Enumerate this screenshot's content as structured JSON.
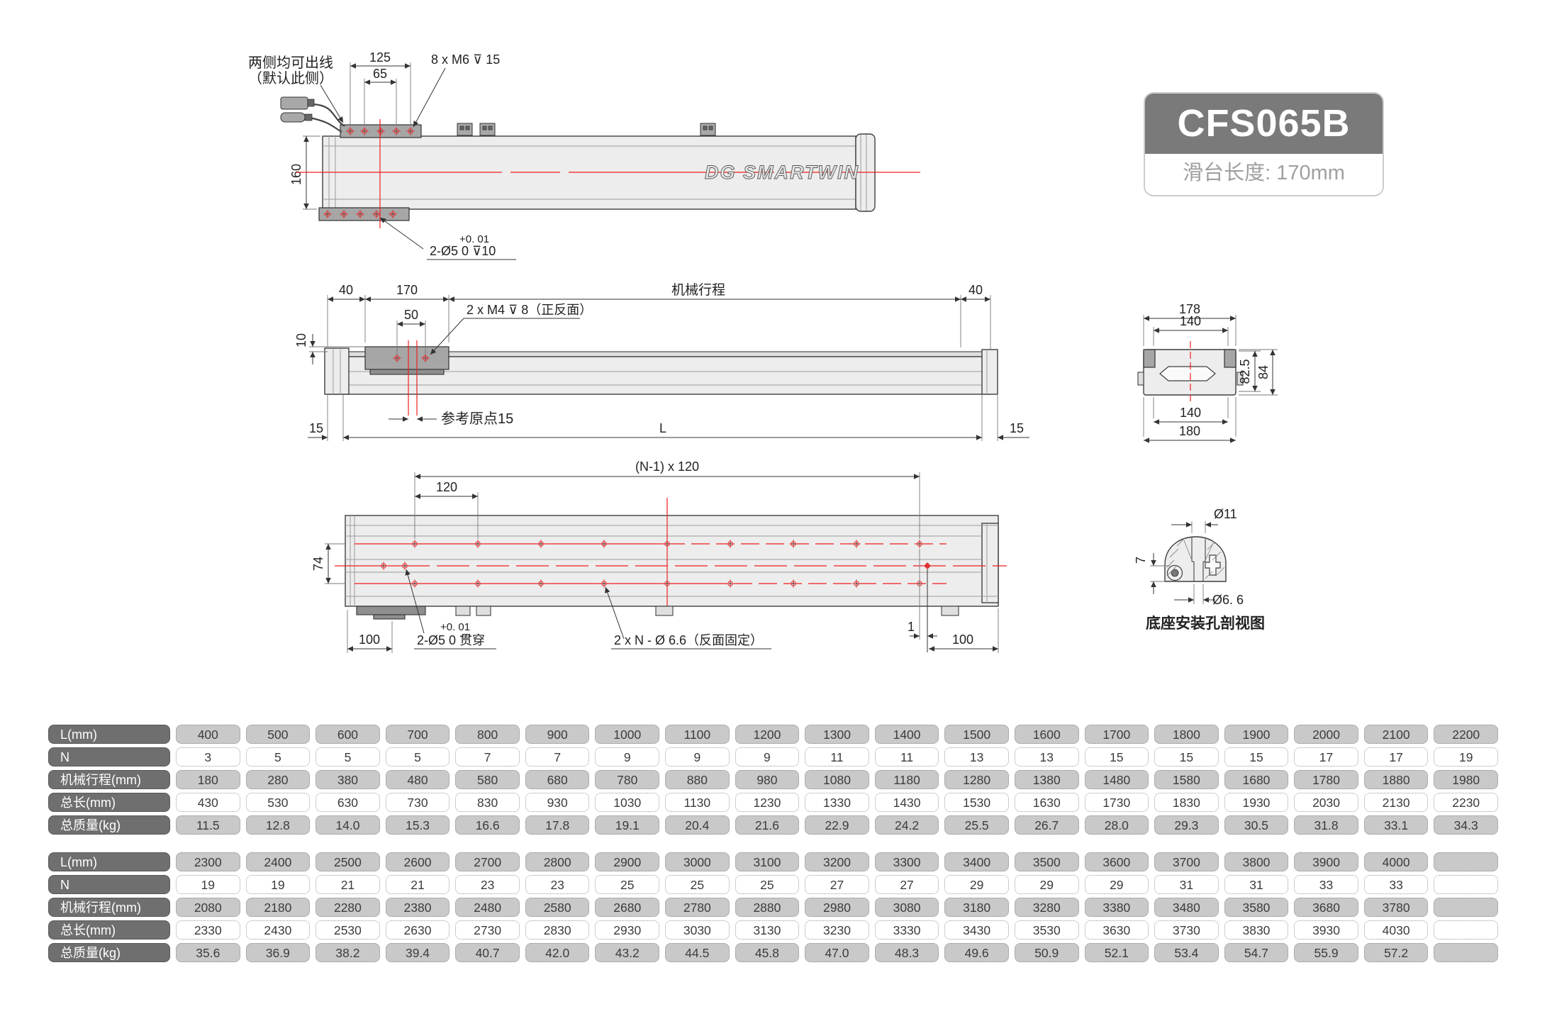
{
  "badge": {
    "model": "CFS065B",
    "subtitle": "滑台长度: 170mm",
    "header_bg": "#7a7a7a",
    "accent_red": "#f21d1d"
  },
  "logo_text": "DG SMARTWIN",
  "drawings": {
    "top_view": {
      "callout_line1": "两侧均可出线",
      "callout_line2": "（默认此侧）",
      "dim_125": "125",
      "dim_65": "65",
      "thread_note": "8 x M6 ⊽ 15",
      "dim_160": "160",
      "pin_tol": "+0. 01",
      "pin_note": "2-Ø5  0    ⊽10"
    },
    "side_view": {
      "dim_40_left": "40",
      "dim_170": "170",
      "stroke_label": "机械行程",
      "dim_40_right": "40",
      "dim_50": "50",
      "dim_10": "10",
      "thread_note": "2 x M4 ⊽ 8（正反面）",
      "origin_note": "参考原点15",
      "dim_15_left": "15",
      "dim_L": "L",
      "dim_15_right": "15"
    },
    "section_view": {
      "dim_178": "178",
      "dim_140_top": "140",
      "dim_82_5": "82.5",
      "dim_84": "84",
      "dim_140_bottom": "140",
      "dim_180": "180"
    },
    "bottom_view": {
      "dim_pattern": "(N-1) x 120",
      "dim_120": "120",
      "dim_74": "74",
      "dim_100_left": "100",
      "pin_tol": "+0. 01",
      "pin_note": "2-Ø5  0    贯穿",
      "hole_note": "2 x N - Ø 6.6（反面固定）",
      "dim_1": "1",
      "dim_100_right": "100"
    },
    "detail_view": {
      "dim_d11": "Ø11",
      "dim_7": "7",
      "dim_d66": "Ø6. 6",
      "caption": "底座安装孔剖视图"
    }
  },
  "tables": {
    "table1": {
      "rows": [
        {
          "header": "L(mm)",
          "cells": [
            "400",
            "500",
            "600",
            "700",
            "800",
            "900",
            "1000",
            "1100",
            "1200",
            "1300",
            "1400",
            "1500",
            "1600",
            "1700",
            "1800",
            "1900",
            "2000",
            "2100",
            "2200"
          ]
        },
        {
          "header": "N",
          "cells": [
            "3",
            "5",
            "5",
            "5",
            "7",
            "7",
            "9",
            "9",
            "9",
            "11",
            "11",
            "13",
            "13",
            "15",
            "15",
            "15",
            "17",
            "17",
            "19"
          ]
        },
        {
          "header": "机械行程(mm)",
          "cells": [
            "180",
            "280",
            "380",
            "480",
            "580",
            "680",
            "780",
            "880",
            "980",
            "1080",
            "1180",
            "1280",
            "1380",
            "1480",
            "1580",
            "1680",
            "1780",
            "1880",
            "1980"
          ]
        },
        {
          "header": "总长(mm)",
          "cells": [
            "430",
            "530",
            "630",
            "730",
            "830",
            "930",
            "1030",
            "1130",
            "1230",
            "1330",
            "1430",
            "1530",
            "1630",
            "1730",
            "1830",
            "1930",
            "2030",
            "2130",
            "2230"
          ]
        },
        {
          "header": "总质量(kg)",
          "cells": [
            "11.5",
            "12.8",
            "14.0",
            "15.3",
            "16.6",
            "17.8",
            "19.1",
            "20.4",
            "21.6",
            "22.9",
            "24.2",
            "25.5",
            "26.7",
            "28.0",
            "29.3",
            "30.5",
            "31.8",
            "33.1",
            "34.3"
          ]
        }
      ]
    },
    "table2": {
      "rows": [
        {
          "header": "L(mm)",
          "cells": [
            "2300",
            "2400",
            "2500",
            "2600",
            "2700",
            "2800",
            "2900",
            "3000",
            "3100",
            "3200",
            "3300",
            "3400",
            "3500",
            "3600",
            "3700",
            "3800",
            "3900",
            "4000",
            ""
          ]
        },
        {
          "header": "N",
          "cells": [
            "19",
            "19",
            "21",
            "21",
            "23",
            "23",
            "25",
            "25",
            "25",
            "27",
            "27",
            "29",
            "29",
            "29",
            "31",
            "31",
            "33",
            "33",
            ""
          ]
        },
        {
          "header": "机械行程(mm)",
          "cells": [
            "2080",
            "2180",
            "2280",
            "2380",
            "2480",
            "2580",
            "2680",
            "2780",
            "2880",
            "2980",
            "3080",
            "3180",
            "3280",
            "3380",
            "3480",
            "3580",
            "3680",
            "3780",
            ""
          ]
        },
        {
          "header": "总长(mm)",
          "cells": [
            "2330",
            "2430",
            "2530",
            "2630",
            "2730",
            "2830",
            "2930",
            "3030",
            "3130",
            "3230",
            "3330",
            "3430",
            "3530",
            "3630",
            "3730",
            "3830",
            "3930",
            "4030",
            ""
          ]
        },
        {
          "header": "总质量(kg)",
          "cells": [
            "35.6",
            "36.9",
            "38.2",
            "39.4",
            "40.7",
            "42.0",
            "43.2",
            "44.5",
            "45.8",
            "47.0",
            "48.3",
            "49.6",
            "50.9",
            "52.1",
            "53.4",
            "54.7",
            "55.9",
            "57.2",
            ""
          ]
        }
      ]
    }
  }
}
